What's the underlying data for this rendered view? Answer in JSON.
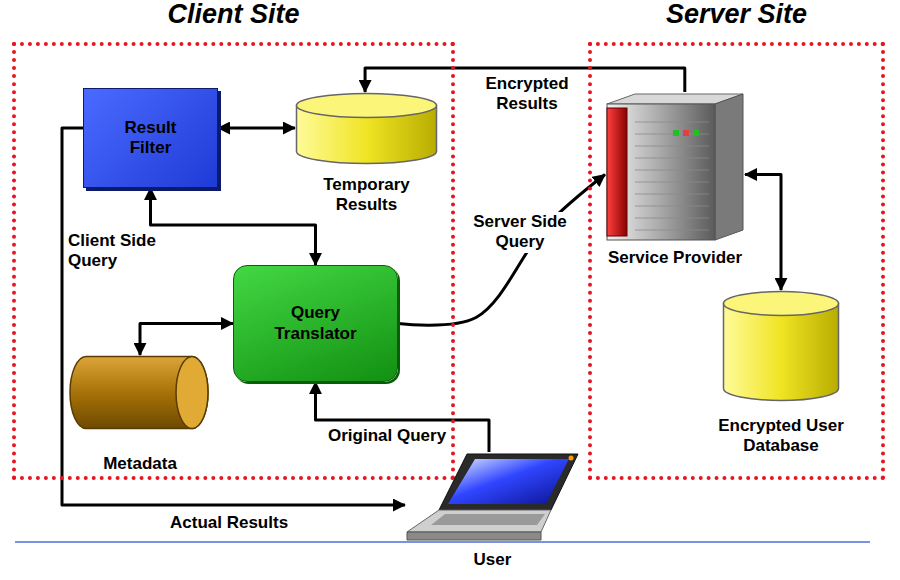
{
  "diagram": {
    "nodes": [
      {
        "text": [
          "Client Site"
        ]
      },
      {
        "text": [
          "Server Site"
        ]
      },
      {
        "text": [
          "Result Filter"
        ],
        "in": 0
      },
      {
        "text": [
          "Temporary Results"
        ],
        "in": 0
      },
      {
        "text": [
          "Query Translator"
        ],
        "in": 0
      },
      {
        "text": [
          "Metadata"
        ],
        "in": 0
      },
      {
        "text": [
          "Service Provider"
        ],
        "in": 1
      },
      {
        "text": [
          "Encrypted User Database"
        ],
        "in": 1
      },
      {
        "text": [
          "User"
        ]
      }
    ],
    "edges": [
      {
        "from": 6,
        "to": 3,
        "label": "Encrypted Results",
        "arrow": "to"
      },
      {
        "from": 2,
        "to": 3,
        "arrow": "both"
      },
      {
        "from": 2,
        "to": 4,
        "label": "Client Side Query",
        "arrow": "both"
      },
      {
        "from": 4,
        "to": 6,
        "label": "Server Side Query",
        "arrow": "to"
      },
      {
        "from": 5,
        "to": 4,
        "arrow": "both"
      },
      {
        "from": 8,
        "to": 4,
        "label": "Original Query",
        "arrow": "to"
      },
      {
        "from": 6,
        "to": 7,
        "arrow": "both"
      },
      {
        "from": 2,
        "to": 8,
        "label": "Actual Results",
        "arrow": "to"
      }
    ]
  }
}
